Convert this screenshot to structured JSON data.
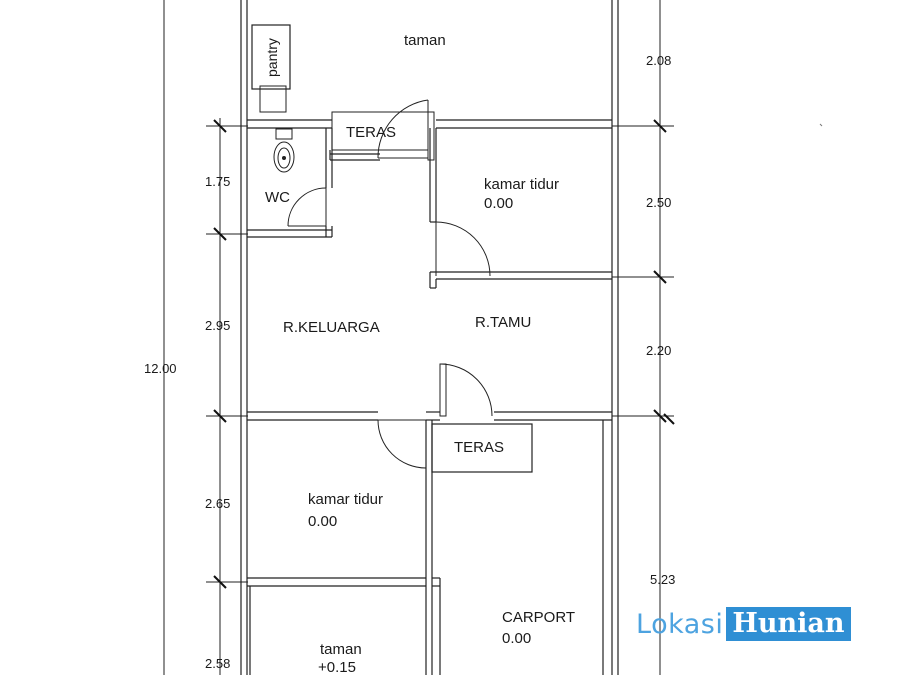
{
  "rooms": {
    "taman_top": "taman",
    "pantry": "pantry",
    "teras_top": "TERAS",
    "wc": "WC",
    "kamar_tidur_1": {
      "name": "kamar tidur",
      "level": "0.00"
    },
    "r_keluarga": "R.KELUARGA",
    "r_tamu": "R.TAMU",
    "teras_mid": "TERAS",
    "kamar_tidur_2": {
      "name": "kamar tidur",
      "level": "0.00"
    },
    "carport": {
      "name": "CARPORT",
      "level": "0.00"
    },
    "taman_bottom": {
      "name": "taman",
      "level": "+0.15"
    }
  },
  "dimensions": {
    "left": [
      "1.75",
      "2.95",
      "2.65",
      "2.58"
    ],
    "total": "12.00",
    "right": [
      "2.08",
      "2.50",
      "2.20",
      "5.23"
    ]
  },
  "watermark": {
    "part1": "Lokasi",
    "part2": "Hunian"
  },
  "colors": {
    "lines": "#222222",
    "watermark_text": "#4da3e0",
    "watermark_box": "#2f8fd4"
  }
}
